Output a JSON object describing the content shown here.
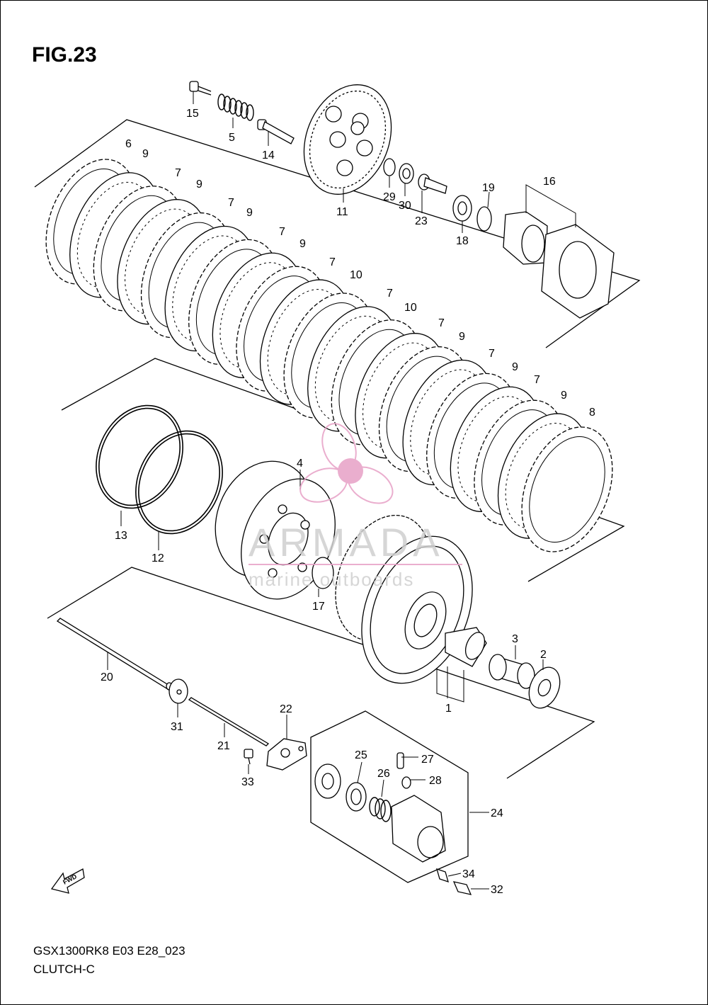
{
  "figure": {
    "title": "FIG.23",
    "footer_code": "GSX1300RK8 E03 E28_023",
    "footer_name": "CLUTCH-C"
  },
  "watermark": {
    "brand": "ARMADA",
    "tagline": "marine outboards",
    "color": "#e7a0c6"
  },
  "fwd_label": "FWD",
  "callouts": [
    {
      "id": "15",
      "label": "15"
    },
    {
      "id": "5",
      "label": "5"
    },
    {
      "id": "14",
      "label": "14"
    },
    {
      "id": "11",
      "label": "11"
    },
    {
      "id": "29",
      "label": "29"
    },
    {
      "id": "30",
      "label": "30"
    },
    {
      "id": "23",
      "label": "23"
    },
    {
      "id": "19",
      "label": "19"
    },
    {
      "id": "16",
      "label": "16"
    },
    {
      "id": "18",
      "label": "18"
    },
    {
      "id": "6",
      "label": "6"
    },
    {
      "id": "9a",
      "label": "9"
    },
    {
      "id": "7a",
      "label": "7"
    },
    {
      "id": "9b",
      "label": "9"
    },
    {
      "id": "7b",
      "label": "7"
    },
    {
      "id": "9c",
      "label": "9"
    },
    {
      "id": "7c",
      "label": "7"
    },
    {
      "id": "9d",
      "label": "9"
    },
    {
      "id": "7d",
      "label": "7"
    },
    {
      "id": "10a",
      "label": "10"
    },
    {
      "id": "7e",
      "label": "7"
    },
    {
      "id": "10b",
      "label": "10"
    },
    {
      "id": "7f",
      "label": "7"
    },
    {
      "id": "9e",
      "label": "9"
    },
    {
      "id": "7g",
      "label": "7"
    },
    {
      "id": "9f",
      "label": "9"
    },
    {
      "id": "7h",
      "label": "7"
    },
    {
      "id": "9g",
      "label": "9"
    },
    {
      "id": "8",
      "label": "8"
    },
    {
      "id": "4",
      "label": "4"
    },
    {
      "id": "13",
      "label": "13"
    },
    {
      "id": "12",
      "label": "12"
    },
    {
      "id": "17",
      "label": "17"
    },
    {
      "id": "3",
      "label": "3"
    },
    {
      "id": "2",
      "label": "2"
    },
    {
      "id": "1",
      "label": "1"
    },
    {
      "id": "20",
      "label": "20"
    },
    {
      "id": "31",
      "label": "31"
    },
    {
      "id": "21",
      "label": "21"
    },
    {
      "id": "22",
      "label": "22"
    },
    {
      "id": "33",
      "label": "33"
    },
    {
      "id": "25",
      "label": "25"
    },
    {
      "id": "27",
      "label": "27"
    },
    {
      "id": "28",
      "label": "28"
    },
    {
      "id": "26",
      "label": "26"
    },
    {
      "id": "24",
      "label": "24"
    },
    {
      "id": "34",
      "label": "34"
    },
    {
      "id": "32",
      "label": "32"
    }
  ]
}
